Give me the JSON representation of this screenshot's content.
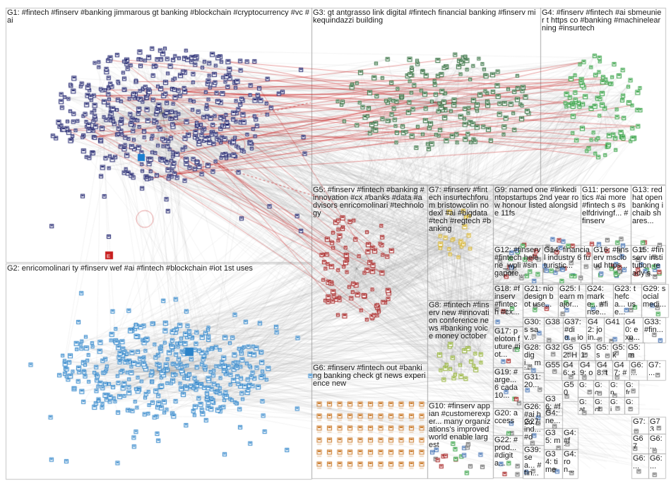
{
  "groups": [
    {
      "id": "G1",
      "text": "G1: #fintech #finserv #banking jimmarous gt banking #blockchain #cryptocurrency #vc #ai",
      "color": "#1b1f6b"
    },
    {
      "id": "G2",
      "text": "G2: enricomolinari ty #finserv wef #ai #fintech #blockchain #iot 1st uses",
      "color": "#2c83c9"
    },
    {
      "id": "G3",
      "text": "G3: gt antgrasso link digital #fintech financial banking #finserv mikequindazzi building",
      "color": "#2e6b3a"
    },
    {
      "id": "G4",
      "text": "G4: #finserv #fintech #ai sbmeunier t https co #banking #machinelearning #insurtech",
      "color": "#2e9e3e"
    },
    {
      "id": "G5",
      "text": "G5: #finserv #fintech #banking #innovation #cx #banks #data #advisors enricomolinari #technology",
      "color": "#a31a1a"
    },
    {
      "id": "G6",
      "text": "G6: #finserv #fintech out #banking banking check gt news experience new",
      "color": "#c8731e"
    },
    {
      "id": "G7",
      "text": "G7: #finserv #fintech insurtechforum bristowcolin nodexl #ai #bigdata #tech #regtech #banking",
      "color": "#d4b028"
    },
    {
      "id": "G8",
      "text": "G8: #fintech #finserv new #innovation conference news #banking voice money october",
      "color": "#8fae2e"
    },
    {
      "id": "G9",
      "text": "G9: named one #linkedintopstartups 2nd year row honour listed alongside 11fs",
      "color": "#6a6a6a"
    },
    {
      "id": "G10",
      "text": "G10: #finserv appian #customerexper... many organizations's improved world enable largest",
      "color": "#6a6a6a"
    },
    {
      "id": "G11",
      "text": "G11: personetics #ai more #fintech s #selfdrivingf... #finserv",
      "color": "#6a6a6a"
    },
    {
      "id": "G12",
      "text": "G12: #finserv #fintech helene_wpli #singapore...",
      "color": "#6a6a6a"
    },
    {
      "id": "G13",
      "text": "G13: redhat open banking ichaib shares...",
      "color": "#6a6a6a"
    },
    {
      "id": "G14",
      "text": "G14: financial industry 6 futuristic...",
      "color": "#6a6a6a"
    },
    {
      "id": "G15",
      "text": "G15: #finserv institution ready s...",
      "color": "#6a6a6a"
    },
    {
      "id": "G16",
      "text": "G16: #finserv mscloud https...",
      "color": "#6a6a6a"
    },
    {
      "id": "G17",
      "text": "G17: peloton future #iot...",
      "color": "#6a6a6a"
    },
    {
      "id": "G18",
      "text": "G18: #finserv #fintech #cx...",
      "color": "#6a6a6a"
    },
    {
      "id": "G19",
      "text": "G19: #arge... 6 cada 10...",
      "color": "#6a6a6a"
    },
    {
      "id": "G20",
      "text": "G20: access",
      "color": "#6a6a6a"
    },
    {
      "id": "G21",
      "text": "G21: nio design bot use...",
      "color": "#6a6a6a"
    },
    {
      "id": "G22",
      "text": "G22: #prod... #digita...",
      "color": "#6a6a6a"
    },
    {
      "id": "G23",
      "text": "G23: thefca... use...",
      "color": "#6a6a6a"
    },
    {
      "id": "G24",
      "text": "G24: marke... #finse...",
      "color": "#6a6a6a"
    },
    {
      "id": "G25",
      "text": "G25: learn major...",
      "color": "#6a6a6a"
    },
    {
      "id": "G26",
      "text": "G26: #ai h2o...",
      "color": "#6a6a6a"
    },
    {
      "id": "G27",
      "text": "G27: ind... #de...",
      "color": "#6a6a6a"
    },
    {
      "id": "G28",
      "text": "G28: digi... min...",
      "color": "#6a6a6a"
    },
    {
      "id": "G29",
      "text": "G29: social medi...",
      "color": "#6a6a6a"
    },
    {
      "id": "G30",
      "text": "G30: s sav...",
      "color": "#6a6a6a"
    },
    {
      "id": "G31",
      "text": "G31: 20...",
      "color": "#6a6a6a"
    },
    {
      "id": "G32",
      "text": "G32",
      "color": "#6a6a6a"
    },
    {
      "id": "G33",
      "text": "G33: #fin...",
      "color": "#6a6a6a"
    },
    {
      "id": "G34",
      "text": "G34: time org...",
      "color": "#6a6a6a"
    },
    {
      "id": "G35",
      "text": "G35: ma... co...",
      "color": "#6a6a6a"
    },
    {
      "id": "G36",
      "text": "G36: #fi... #le...",
      "color": "#6a6a6a"
    },
    {
      "id": "G37",
      "text": "G37: #dig... join...",
      "color": "#6a6a6a"
    },
    {
      "id": "G38",
      "text": "G38",
      "color": "#6a6a6a"
    },
    {
      "id": "G39",
      "text": "G39: sea... #fin...",
      "color": "#6a6a6a"
    },
    {
      "id": "G40",
      "text": "G40: exp...",
      "color": "#6a6a6a"
    },
    {
      "id": "G41",
      "text": "G41",
      "color": "#6a6a6a"
    },
    {
      "id": "G42",
      "text": "G42: join...",
      "color": "#6a6a6a"
    },
    {
      "id": "G43",
      "text": "G4: ne...",
      "color": "#6a6a6a"
    },
    {
      "id": "G44",
      "text": "G4: #fi...",
      "color": "#6a6a6a"
    },
    {
      "id": "G45",
      "text": "G4: ron...",
      "color": "#6a6a6a"
    },
    {
      "id": "G46",
      "text": "G46: sol...",
      "color": "#6a6a6a"
    },
    {
      "id": "G47",
      "text": "G47: #b...",
      "color": "#6a6a6a"
    },
    {
      "id": "G48",
      "text": "G48: top...",
      "color": "#6a6a6a"
    },
    {
      "id": "G49",
      "text": "G49: on...",
      "color": "#6a6a6a"
    },
    {
      "id": "G50",
      "text": "G50",
      "color": "#6a6a6a"
    },
    {
      "id": "G51",
      "text": "G51: dir...",
      "color": "#6a6a6a"
    },
    {
      "id": "G52",
      "text": "G52: He...",
      "color": "#6a6a6a"
    },
    {
      "id": "G53",
      "text": "G5: su...",
      "color": "#6a6a6a"
    },
    {
      "id": "G54",
      "text": "G5: kn...",
      "color": "#6a6a6a"
    },
    {
      "id": "G55",
      "text": "G55",
      "color": "#6a6a6a"
    },
    {
      "id": "G56",
      "text": "G5: me...",
      "color": "#6a6a6a"
    },
    {
      "id": "G57",
      "text": "G6: ...",
      "color": "#6a6a6a"
    },
    {
      "id": "G58",
      "text": "G7: ...",
      "color": "#6a6a6a"
    },
    {
      "id": "G59",
      "text": "G73",
      "color": "#6a6a6a"
    },
    {
      "id": "G60",
      "text": "G67",
      "color": "#6a6a6a"
    },
    {
      "id": "G61",
      "text": "G6: ...",
      "color": "#6a6a6a"
    },
    {
      "id": "G62",
      "text": "G6: ...",
      "color": "#6a6a6a"
    },
    {
      "id": "G63",
      "text": "G7: ...",
      "color": "#6a6a6a"
    },
    {
      "id": "G64",
      "text": "G6: ...",
      "color": "#6a6a6a"
    },
    {
      "id": "G65",
      "text": "G: ...",
      "color": "#6a6a6a"
    },
    {
      "id": "G66",
      "text": "G: c...",
      "color": "#6a6a6a"
    },
    {
      "id": "G67",
      "text": "G: p...",
      "color": "#6a6a6a"
    },
    {
      "id": "G68",
      "text": "G: fr...",
      "color": "#6a6a6a"
    },
    {
      "id": "G69",
      "text": "G: at...",
      "color": "#6a6a6a"
    },
    {
      "id": "G70",
      "text": "G: cl...",
      "color": "#6a6a6a"
    },
    {
      "id": "G71",
      "text": "G: i...",
      "color": "#6a6a6a"
    },
    {
      "id": "G72",
      "text": "G: ...",
      "color": "#6a6a6a"
    }
  ],
  "colors": {
    "edge": "#9a9a9a",
    "tie": "#c81e1e",
    "divider": "#9a9a9a"
  }
}
